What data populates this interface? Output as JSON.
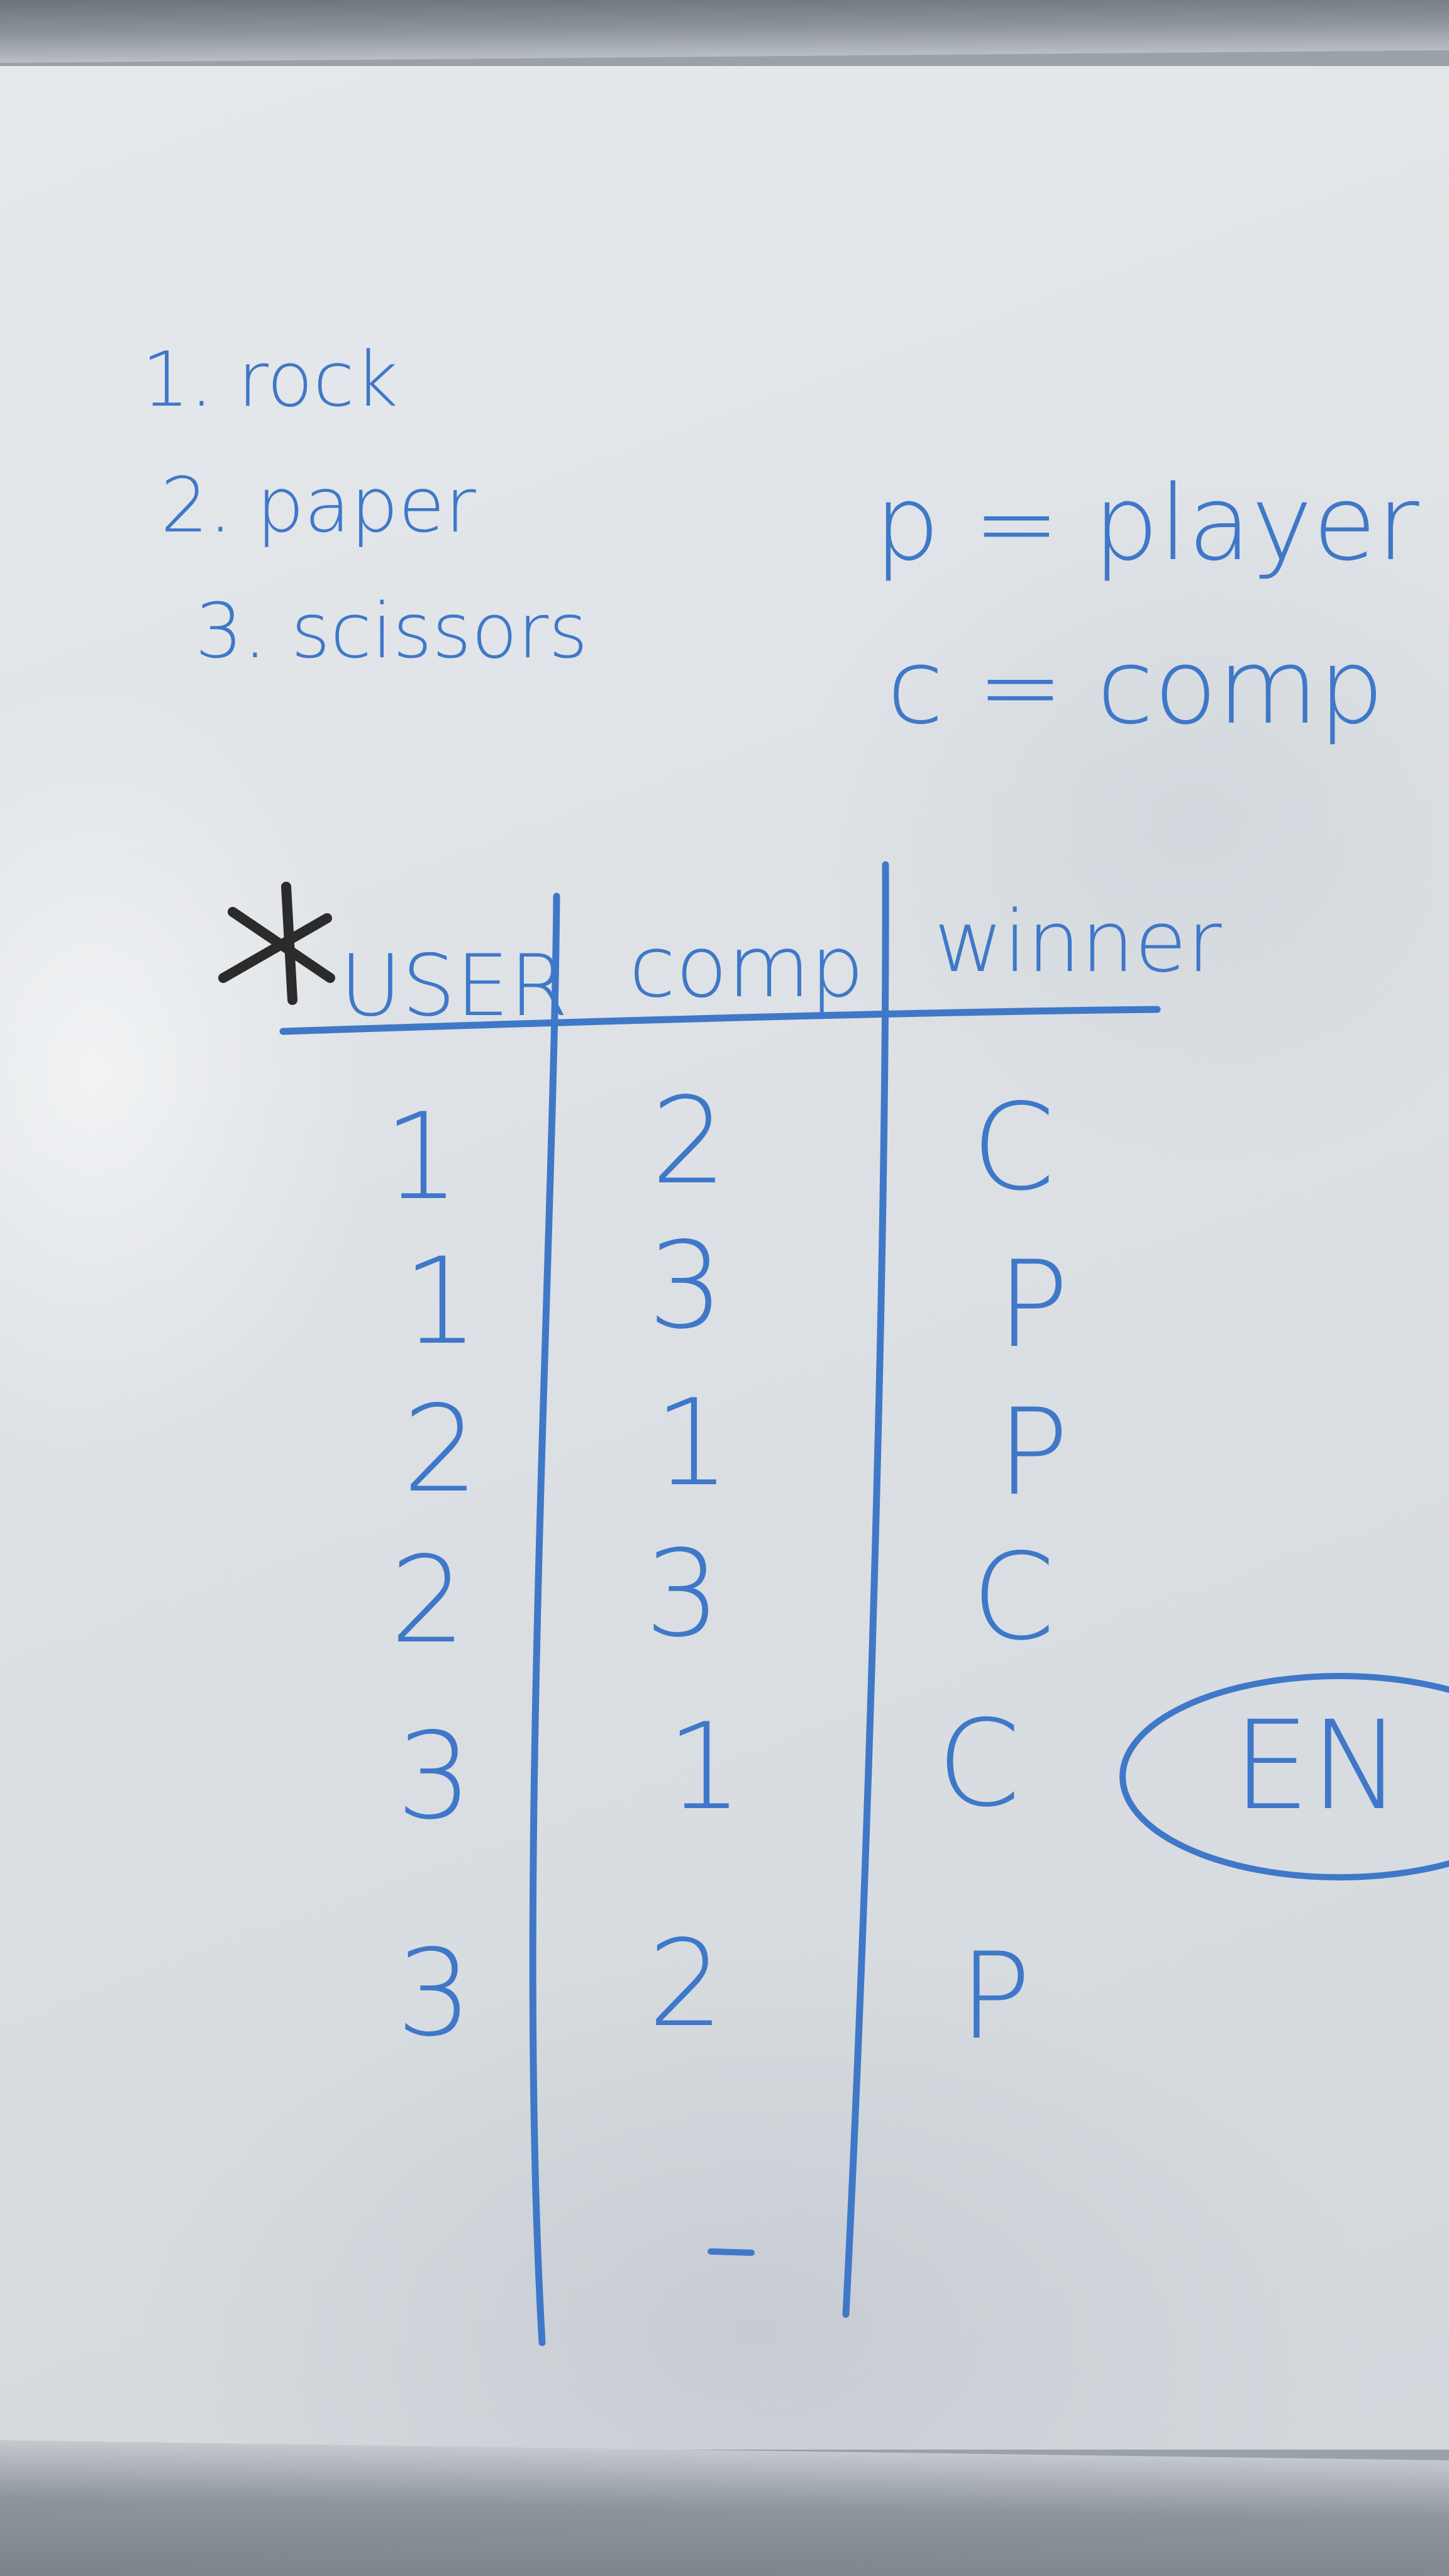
{
  "legend": {
    "items": [
      "1. rock",
      "2. paper",
      "3. scissors"
    ]
  },
  "key": {
    "player": "p = player",
    "comp": "c = comp"
  },
  "table": {
    "headers": [
      "USER",
      "comp",
      "winner"
    ],
    "rows": [
      [
        "1",
        "2",
        "C"
      ],
      [
        "1",
        "3",
        "P"
      ],
      [
        "2",
        "1",
        "P"
      ],
      [
        "2",
        "3",
        "C"
      ],
      [
        "3",
        "1",
        "C"
      ],
      [
        "3",
        "2",
        "P"
      ]
    ]
  },
  "side_note": "EN",
  "colors": {
    "marker_blue": "#3f78c8",
    "marker_black": "#2b2b2b",
    "board": "#e2e6ea",
    "frame": "#7f868e"
  }
}
